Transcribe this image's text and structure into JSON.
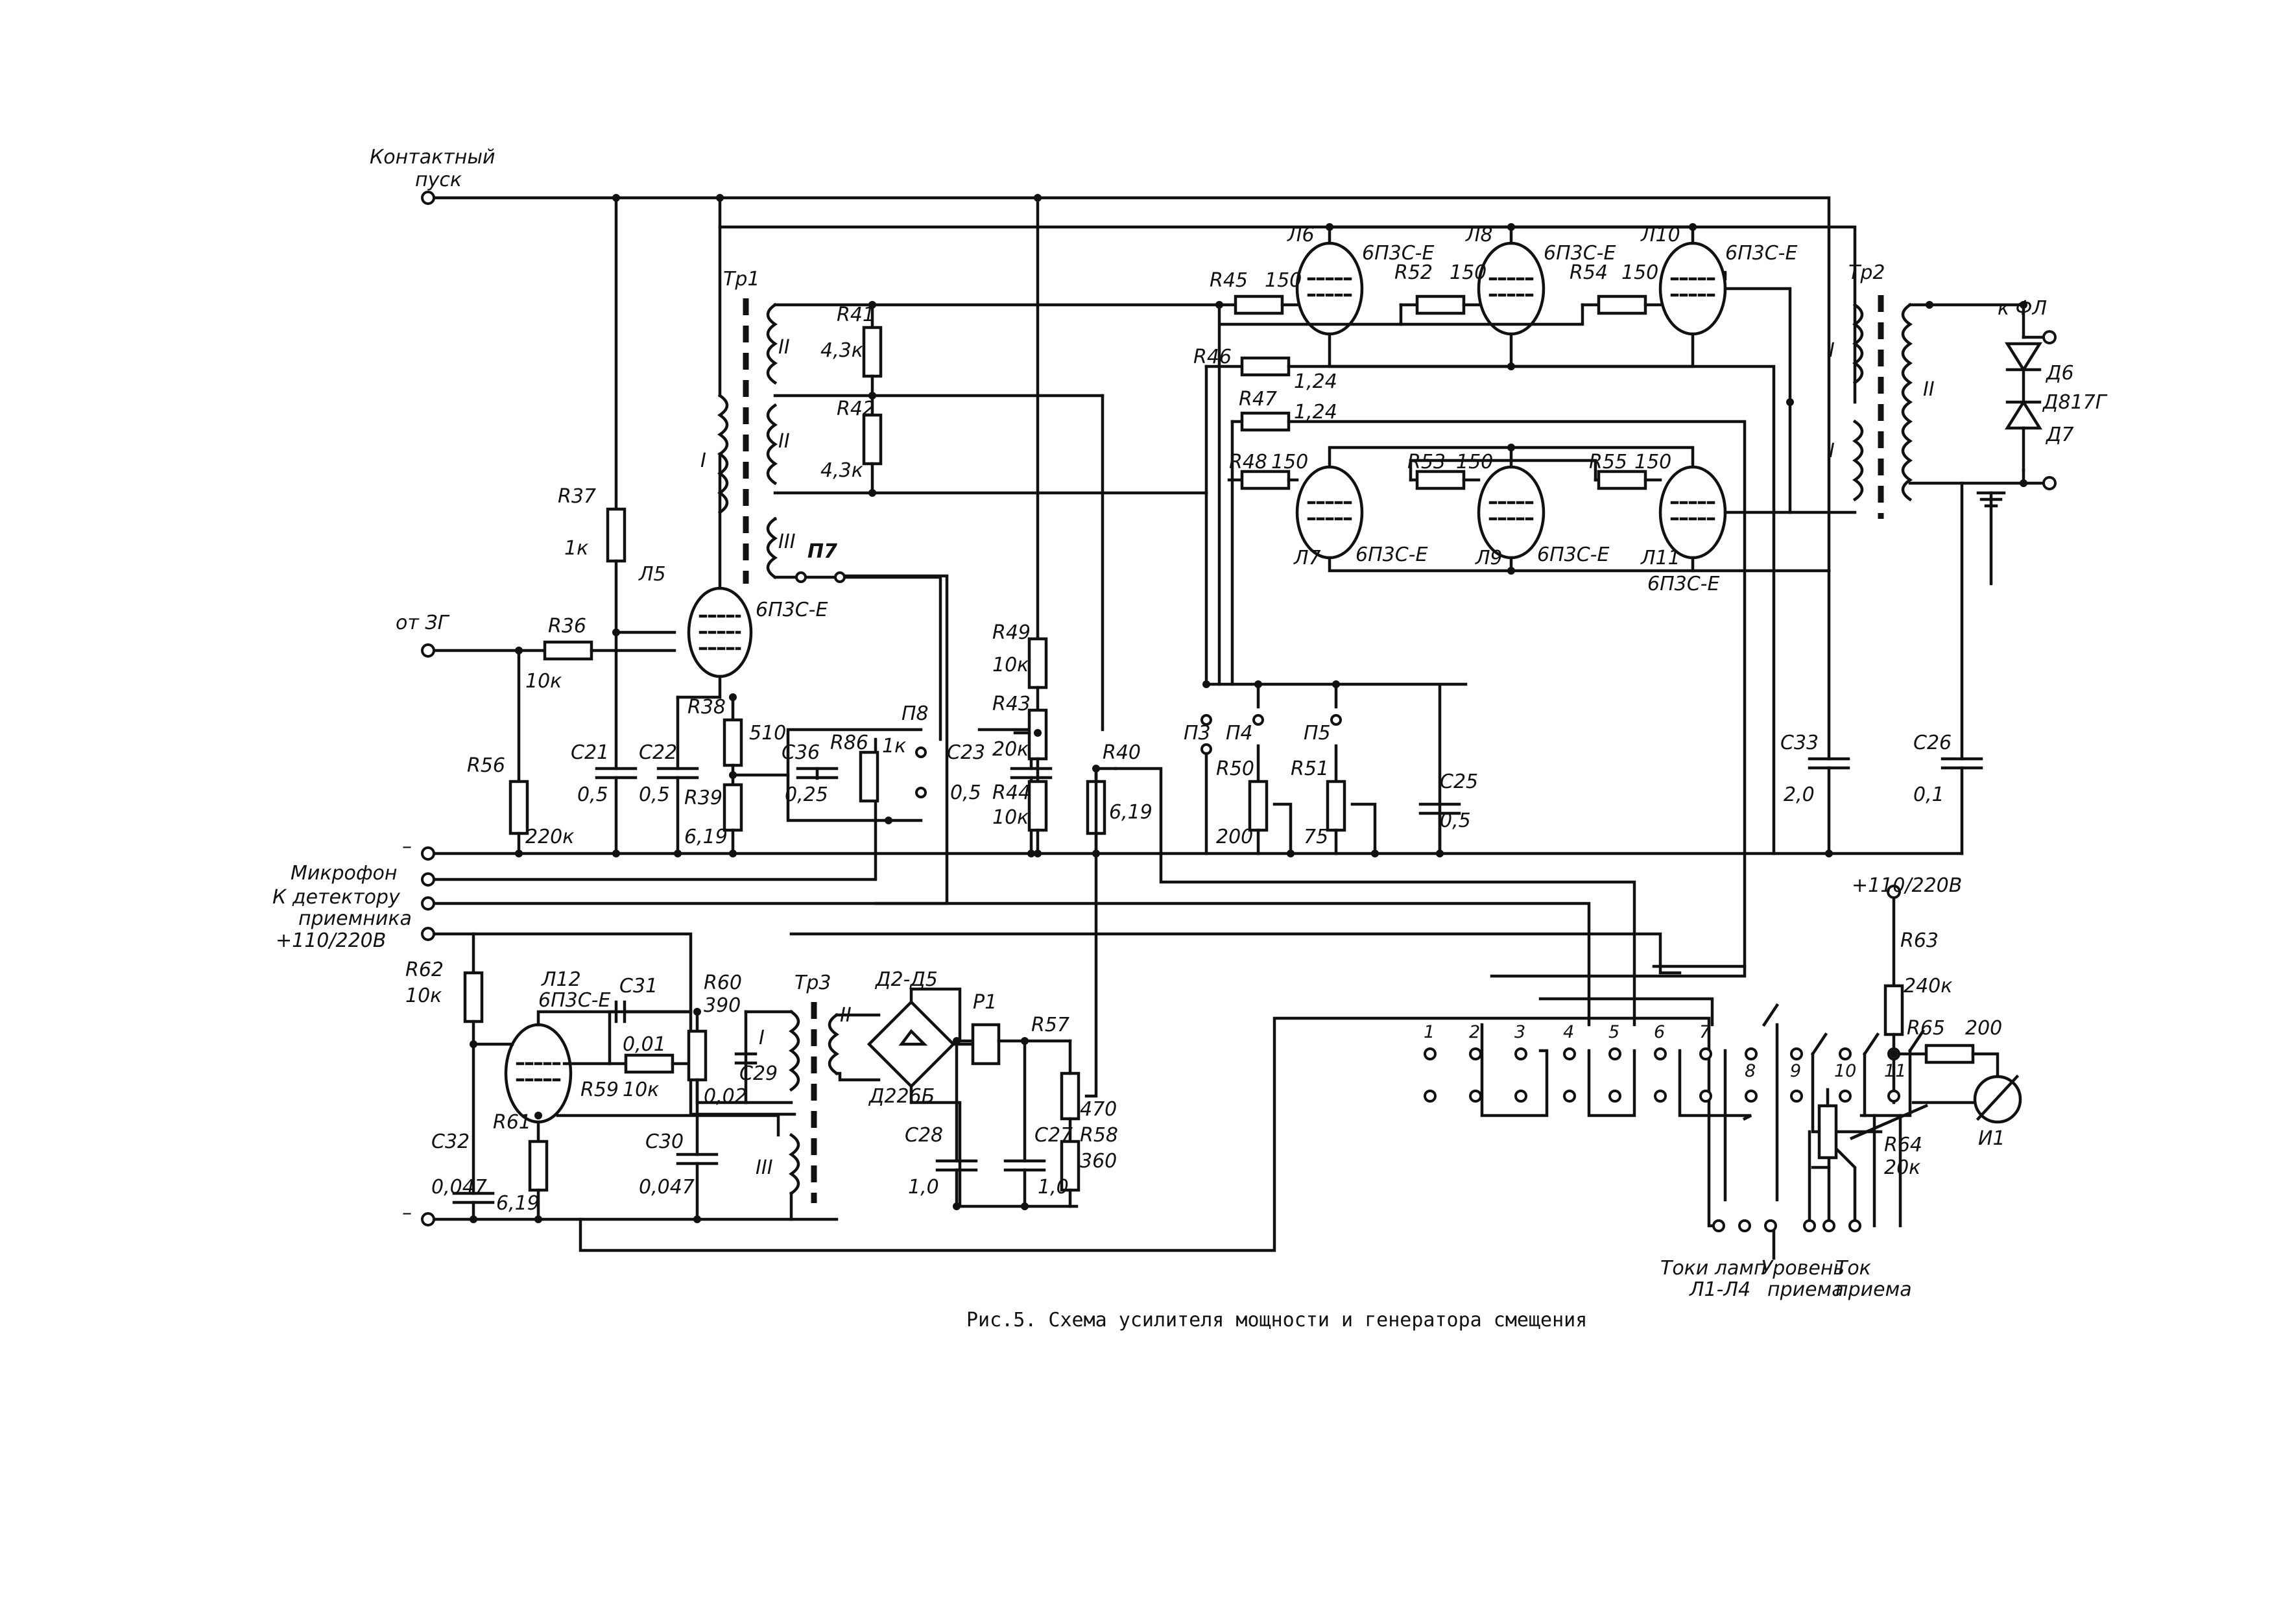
{
  "caption": "Рис.5. Схема усилителя мощности и генератора смещения",
  "inputs": {
    "contact_start_1": "Контактный",
    "contact_start_2": "пуск",
    "from_zg": "от ЗГ",
    "microphone": "Микрофон",
    "detector_1": "К детектору",
    "detector_2": "приемника",
    "supply": "+110/220В",
    "supply_meter": "+110/220В",
    "minus_top": "–",
    "minus_bottom": "–",
    "kfl": "к ФЛ"
  },
  "tubes": {
    "L5": "Л5",
    "L5_type": "6П3С-Е",
    "L6": "Л6",
    "L6_type": "6П3С-Е",
    "L8": "Л8",
    "L8_type": "6П3С-Е",
    "L10": "Л10",
    "L10_type": "6П3С-Е",
    "L7": "Л7",
    "L7_type": "6П3С-Е",
    "L9": "Л9",
    "L9_type": "6П3С-Е",
    "L11": "Л11",
    "L11_type": "6П3С-Е",
    "L12": "Л12",
    "L12_type": "6П3С-Е"
  },
  "transformers": {
    "tr1": "Тр1",
    "tr1_w1": "I",
    "tr1_w2a": "II",
    "tr1_w2b": "II",
    "tr1_w3": "III",
    "tr2": "Тр2",
    "tr2_w1a": "I",
    "tr2_w1b": "I",
    "tr2_w2": "II",
    "tr3": "Тр3",
    "tr3_w1": "I",
    "tr3_w2": "II",
    "tr3_w3": "III"
  },
  "resistors": {
    "R36": "R36",
    "R36_v": "10к",
    "R37": "R37",
    "R37_v": "1к",
    "R38": "R38",
    "R38_v": "510",
    "R39": "R39",
    "R39_v": "6,19",
    "R40": "R40",
    "R40_v": "6,19",
    "R41": "R41",
    "R41_v": "4,3к",
    "R42": "R42",
    "R42_v": "4,3к",
    "R43": "R43",
    "R43_v": "20к",
    "R44": "R44",
    "R44_v": "10к",
    "R45": "R45",
    "R45_v": "150",
    "R46": "R46",
    "R46_v": "1,24",
    "R47": "R47",
    "R47_v": "1,24",
    "R48": "R48",
    "R48_v": "150",
    "R49": "R49",
    "R49_v": "10к",
    "R50": "R50",
    "R50_v": "200",
    "R51": "R51",
    "R51_v": "75",
    "R52": "R52",
    "R52_v": "150",
    "R53": "R53",
    "R53_v": "150",
    "R54": "R54",
    "R54_v": "150",
    "R55": "R55",
    "R55_v": "150",
    "R56": "R56",
    "R56_v": "220к",
    "R57": "R57",
    "R57_v": "470",
    "R58": "R58",
    "R58_v": "360",
    "R59": "R59",
    "R59_v": "10к",
    "R60": "R60",
    "R60_v": "390",
    "R61": "R61",
    "R61_v": "6,19",
    "R62": "R62",
    "R62_v": "10к",
    "R63": "R63",
    "R63_v": "240к",
    "R64": "R64",
    "R64_v": "20к",
    "R65": "R65",
    "R65_v": "200",
    "R86": "R86",
    "R86_v": "1к"
  },
  "capacitors": {
    "C21": "С21",
    "C21_v": "0,5",
    "C22": "С22",
    "C22_v": "0,5",
    "C23": "С23",
    "C23_v": "0,5",
    "C25": "С25",
    "C25_v": "0,5",
    "C26": "С26",
    "C26_v": "0,1",
    "C27": "С27",
    "C27_v": "1,0",
    "C28": "С28",
    "C28_v": "1,0",
    "C29": "С29",
    "C29_v": "0,02",
    "C30": "С30",
    "C30_v": "0,047",
    "C31": "С31",
    "C31_v": "0,01",
    "C32": "С32",
    "C32_v": "0,047",
    "C33": "С33",
    "C33_v": "2,0",
    "C36": "С36",
    "C36_v": "0,25"
  },
  "switches": {
    "P3": "П3",
    "P4": "П4",
    "P5": "П5",
    "P7": "П7",
    "P8": "П8"
  },
  "diodes": {
    "bridge": "Д2-Д5",
    "bridge_type": "Д226Б",
    "D6": "Д6",
    "D7": "Д7",
    "zener_type": "Д817Г"
  },
  "relay": {
    "P1": "Р1"
  },
  "meter": {
    "I1": "И1"
  },
  "connector": {
    "pins": [
      "1",
      "2",
      "3",
      "4",
      "5",
      "6",
      "7",
      "8",
      "9",
      "10",
      "11"
    ]
  },
  "bottom_labels": {
    "lamp_currents_1": "Токи ламп",
    "lamp_currents_2": "Л1-Л4",
    "level_1": "Уровень",
    "level_2": "приема",
    "current_1": "Ток",
    "current_2": "приема"
  }
}
